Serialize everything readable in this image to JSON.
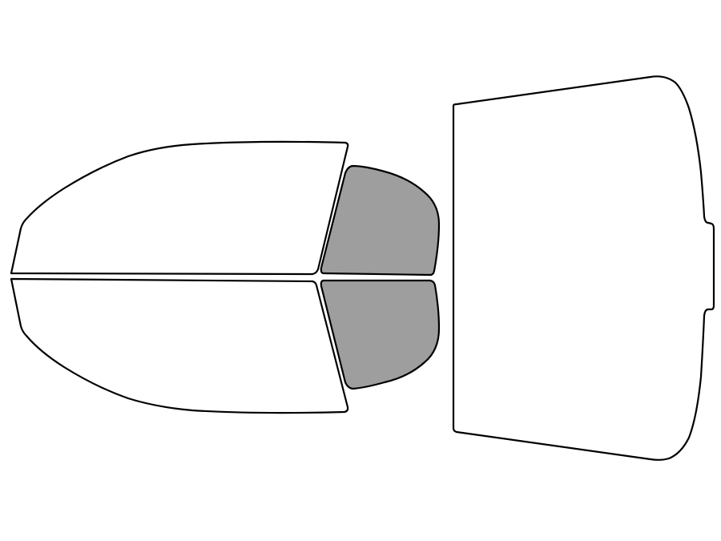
{
  "colors": {
    "background": "#ffffff",
    "outline": "#000000",
    "clear_fill": "#ffffff",
    "selected_fill": "#9e9e9e"
  },
  "panels": [
    {
      "id": "front-door-window-upper",
      "selected": false
    },
    {
      "id": "front-door-window-lower",
      "selected": false
    },
    {
      "id": "rear-door-window-upper",
      "selected": true
    },
    {
      "id": "rear-door-window-lower",
      "selected": true
    },
    {
      "id": "rear-windshield",
      "selected": false
    }
  ]
}
